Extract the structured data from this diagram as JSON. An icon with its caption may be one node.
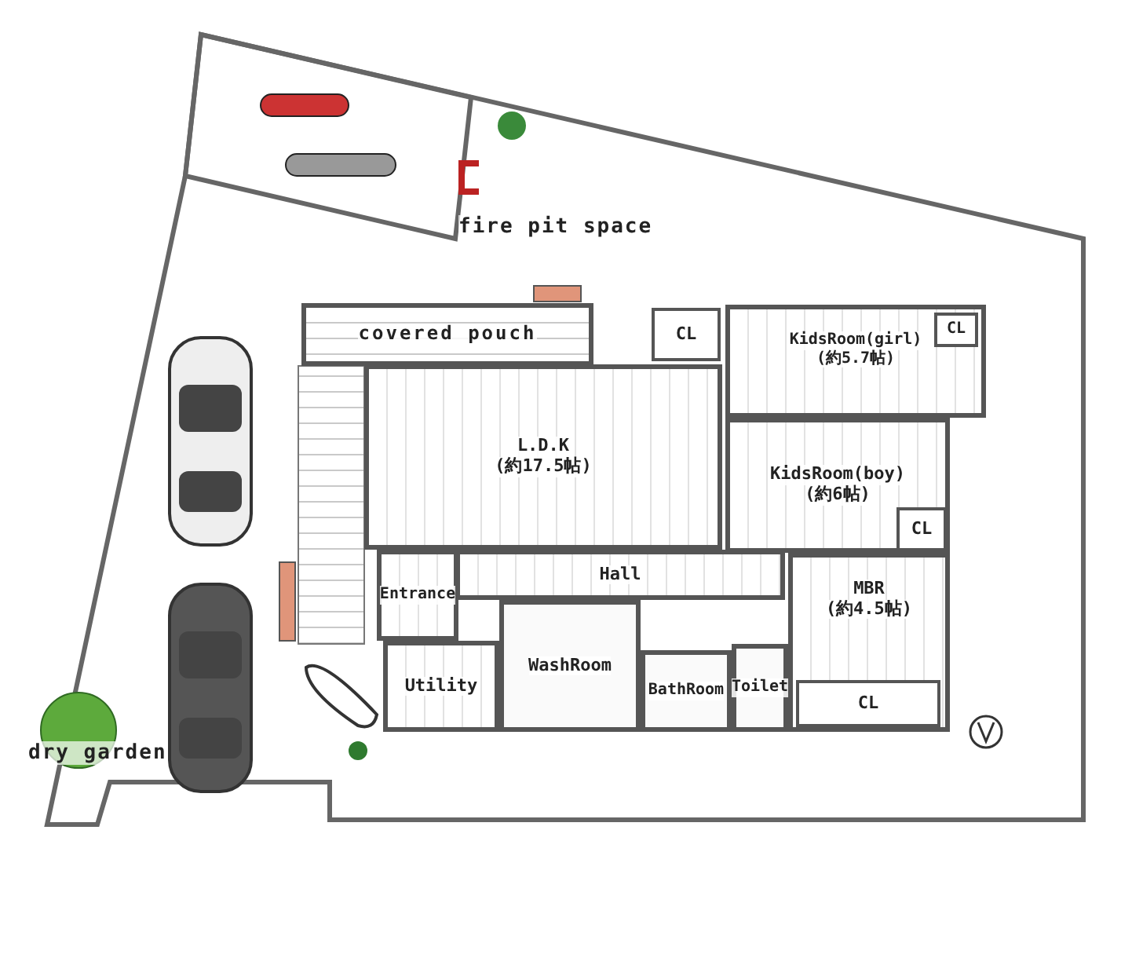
{
  "diagram": {
    "nodes": [
      {
        "text": [
          "covered pouch"
        ]
      },
      {
        "text": [
          "CL"
        ]
      },
      {
        "text": [
          "KidsRoom(girl)",
          "(約5.7帖)"
        ]
      },
      {
        "text": [
          "CL"
        ],
        "in": 2
      },
      {
        "text": [
          "L.D.K",
          "(約17.5帖)"
        ]
      },
      {
        "text": [
          "KidsRoom(boy)",
          "(約6帖)"
        ]
      },
      {
        "text": [
          "CL"
        ],
        "in": 5
      },
      {
        "text": [
          "Hall"
        ]
      },
      {
        "text": [
          "Entrance"
        ]
      },
      {
        "text": [
          "MBR",
          "(約4.5帖)"
        ]
      },
      {
        "text": [
          "CL"
        ],
        "in": 9
      },
      {
        "text": [
          "Utility"
        ]
      },
      {
        "text": [
          "WashRoom"
        ]
      },
      {
        "text": [
          "BathRoom"
        ]
      },
      {
        "text": [
          "Toilet"
        ]
      }
    ],
    "labels": [
      "fire pit space",
      "dry garden"
    ]
  }
}
